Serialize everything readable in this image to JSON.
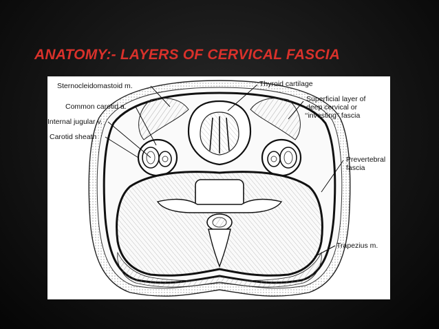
{
  "slide": {
    "title": "ANATOMY:- LAYERS OF CERVICAL FASCIA",
    "title_color": "#d9312b",
    "background": "#151515"
  },
  "diagram": {
    "labels": {
      "sternocleidomastoid": "Sternocleidomastoid m.",
      "common_carotid": "Common carotid a.",
      "internal_jugular": "Internal jugular v.",
      "carotid_sheath": "Carotid sheath",
      "thyroid_cartilage": "Thyroid cartilage",
      "superficial_layer_1": "Superficial layer of",
      "superficial_layer_2": "deep cervical or",
      "superficial_layer_3": "‘‘investing’’ fascia",
      "prevertebral_1": "Prevertebral",
      "prevertebral_2": "fascia",
      "trapezius": "Trapezius m."
    }
  }
}
